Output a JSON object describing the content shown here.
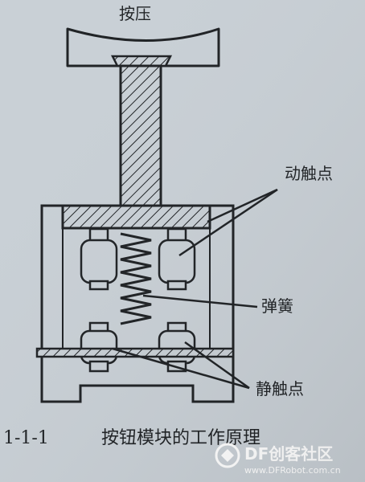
{
  "labels": {
    "press": "按压",
    "moving_contact": "动触点",
    "spring": "弹簧",
    "static_contact": "静触点"
  },
  "caption": {
    "number": "1-1-1",
    "text": "按钮模块的工作原理"
  },
  "watermark": {
    "brand": "DF创客社区",
    "url": "www.DFRobot.com.cn"
  },
  "colors": {
    "paper": "#c9d0d6",
    "ink": "#1e2124",
    "watermark_text": "#ffffff"
  }
}
